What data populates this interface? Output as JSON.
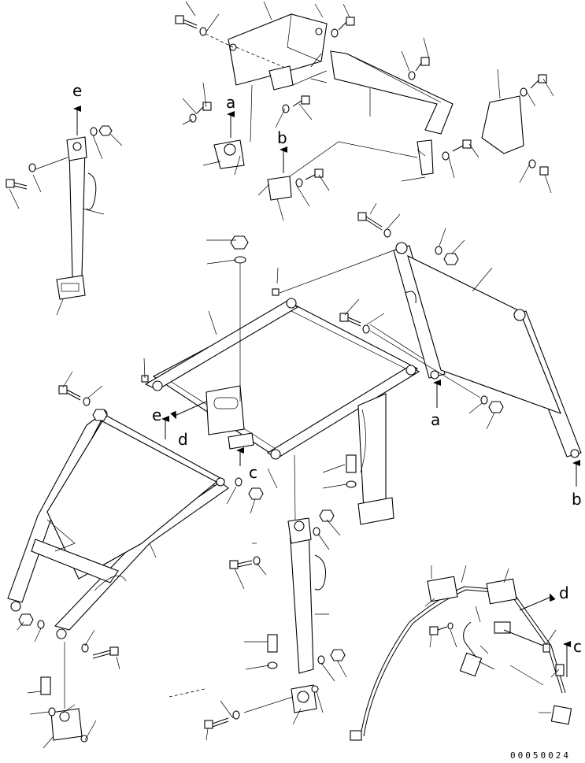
{
  "callouts": {
    "a_top": "a",
    "b_top": "b",
    "e_top": "e",
    "a_right": "a",
    "b_right": "b",
    "e_center": "e",
    "d_center": "d",
    "c_center": "c",
    "d_harness": "d",
    "c_harness": "c"
  },
  "drawing_code": "00050024"
}
